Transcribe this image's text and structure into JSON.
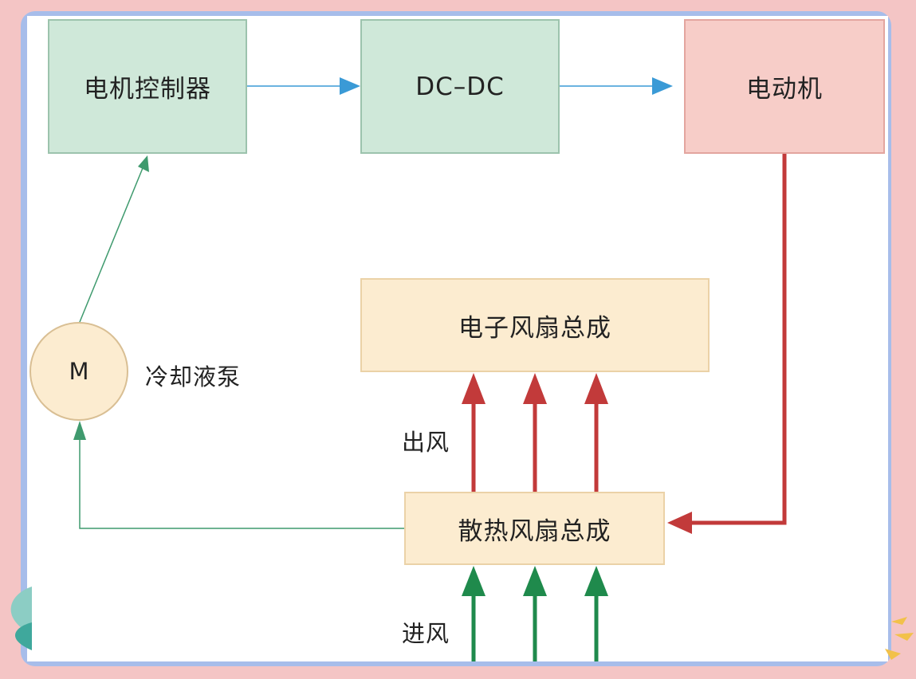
{
  "nodes": {
    "motor_controller": "电机控制器",
    "dcdc": "DC–DC",
    "motor": "电动机",
    "electronic_fan": "电子风扇总成",
    "cooling_fan": "散热风扇总成",
    "pump_symbol": "M",
    "pump_label": "冷却液泵"
  },
  "labels": {
    "air_out": "出风",
    "air_in": "进风"
  },
  "colors": {
    "background": "#f4c5c5",
    "frame_border": "#a7bdea",
    "green_box": "#cfe8d9",
    "motor_box": "#f7cdc8",
    "fan_box": "#fcecd0",
    "blue_arrow": "#3a9ad6",
    "green_line": "#3f9a6e",
    "red_arrow": "#c23a3a",
    "green_arrow": "#1f8a4c"
  }
}
